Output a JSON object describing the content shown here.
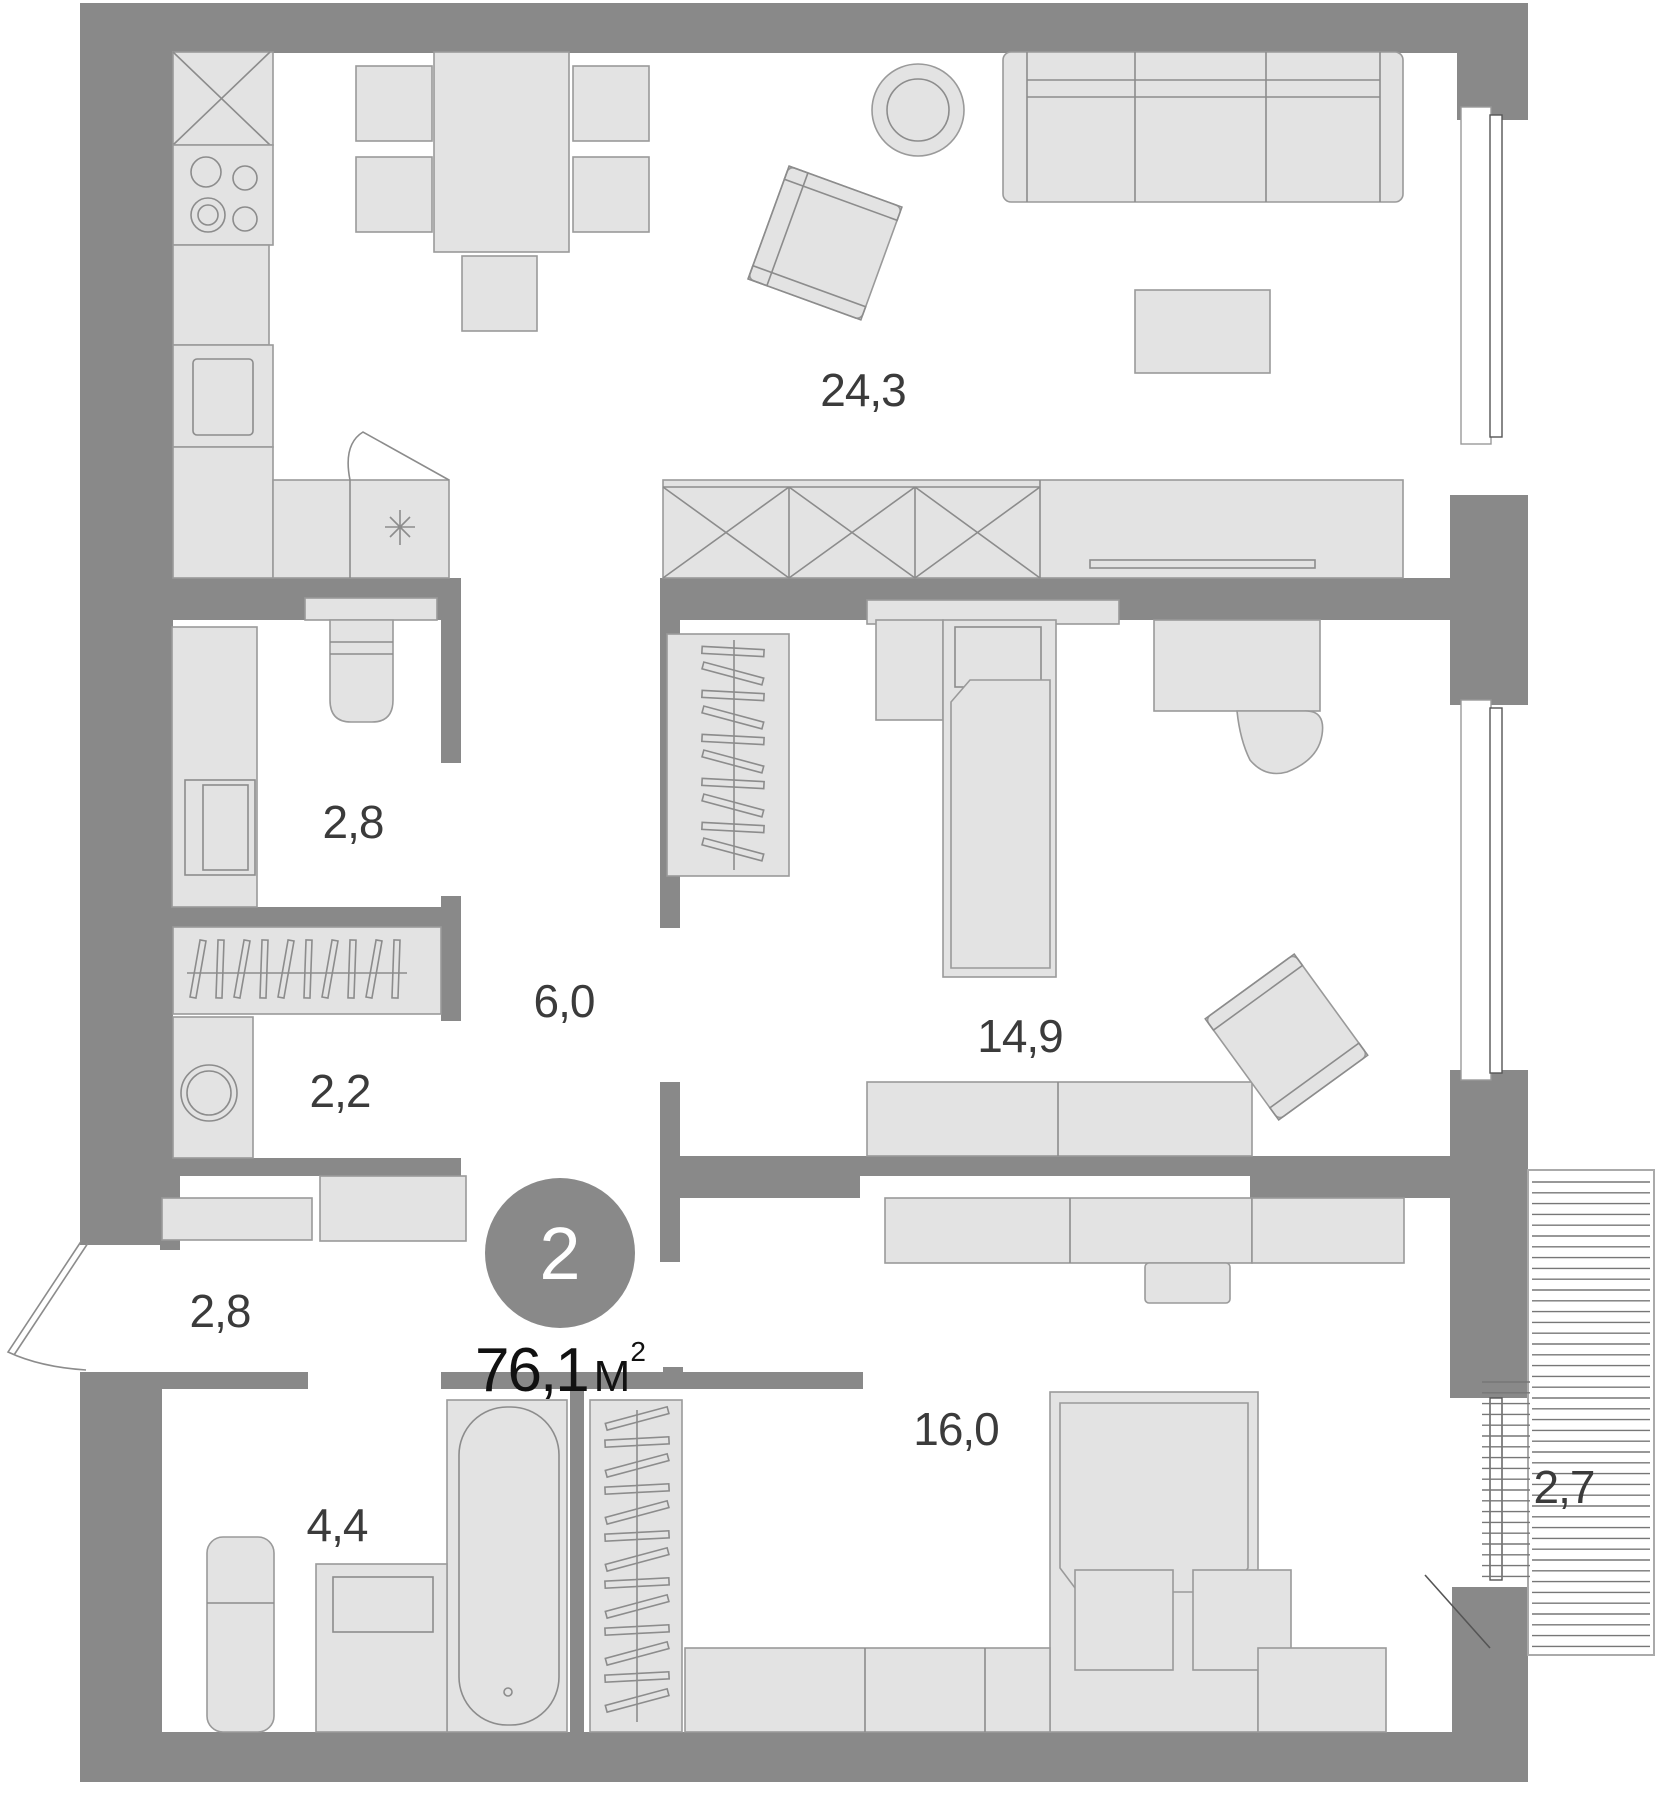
{
  "plan": {
    "apartment_rooms_badge": "2",
    "total_area": {
      "value": "76,1",
      "unit": "М",
      "unit_power": "2"
    },
    "rooms": [
      {
        "id": "living-kitchen",
        "area": "24,3"
      },
      {
        "id": "bathroom-wc",
        "area": "2,8"
      },
      {
        "id": "corridor",
        "area": "6,0"
      },
      {
        "id": "laundry",
        "area": "2,2"
      },
      {
        "id": "bedroom-1",
        "area": "14,9"
      },
      {
        "id": "entrance-hall",
        "area": "2,8"
      },
      {
        "id": "bedroom-2",
        "area": "16,0"
      },
      {
        "id": "balcony",
        "area": "2,7"
      },
      {
        "id": "bathroom",
        "area": "4,4"
      }
    ],
    "colors": {
      "wall": "#898989",
      "furniture_fill": "#e3e3e3",
      "furniture_stroke": "#9a9a9a",
      "label_text": "#3b3b3b",
      "badge_text": "#ffffff"
    }
  }
}
